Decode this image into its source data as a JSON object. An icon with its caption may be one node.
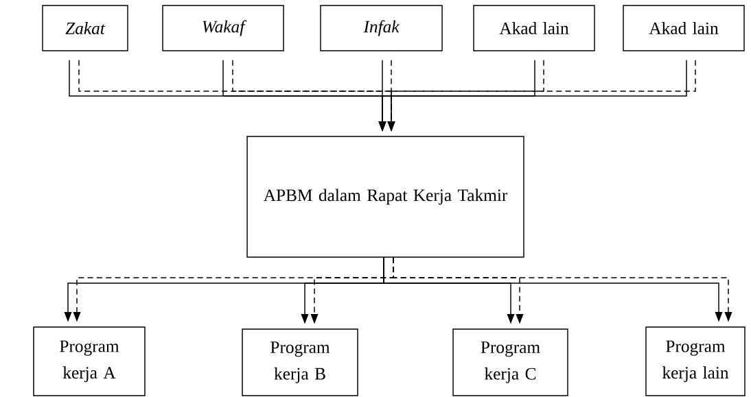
{
  "diagram": {
    "nodes": [
      {
        "text": [
          "Zakat"
        ]
      },
      {
        "text": [
          "Wakaf"
        ]
      },
      {
        "text": [
          "Infak"
        ]
      },
      {
        "text": [
          "Akad lain"
        ]
      },
      {
        "text": [
          "Akad lain"
        ]
      },
      {
        "text": [
          "APBM dalam Rapat Kerja Takmir"
        ]
      },
      {
        "text": [
          "Program kerja A"
        ]
      },
      {
        "text": [
          "Program kerja B"
        ]
      },
      {
        "text": [
          "Program kerja C"
        ]
      },
      {
        "text": [
          "Program kerja lain"
        ]
      }
    ],
    "edges": [
      {
        "from": 0,
        "to": 5,
        "arrow": "to"
      },
      {
        "from": 1,
        "to": 5,
        "arrow": "to"
      },
      {
        "from": 2,
        "to": 5,
        "arrow": "to"
      },
      {
        "from": 3,
        "to": 5,
        "arrow": "to"
      },
      {
        "from": 4,
        "to": 5,
        "arrow": "to"
      },
      {
        "from": 0,
        "to": 5,
        "arrow": "to",
        "style": "dashed"
      },
      {
        "from": 1,
        "to": 5,
        "arrow": "to",
        "style": "dashed"
      },
      {
        "from": 2,
        "to": 5,
        "arrow": "to",
        "style": "dashed"
      },
      {
        "from": 3,
        "to": 5,
        "arrow": "to",
        "style": "dashed"
      },
      {
        "from": 4,
        "to": 5,
        "arrow": "to",
        "style": "dashed"
      },
      {
        "from": 5,
        "to": 6,
        "arrow": "to"
      },
      {
        "from": 5,
        "to": 7,
        "arrow": "to"
      },
      {
        "from": 5,
        "to": 8,
        "arrow": "to"
      },
      {
        "from": 5,
        "to": 9,
        "arrow": "to"
      },
      {
        "from": 5,
        "to": 6,
        "arrow": "to",
        "style": "dashed"
      },
      {
        "from": 5,
        "to": 7,
        "arrow": "to",
        "style": "dashed"
      },
      {
        "from": 5,
        "to": 8,
        "arrow": "to",
        "style": "dashed"
      },
      {
        "from": 5,
        "to": 9,
        "arrow": "to",
        "style": "dashed"
      }
    ]
  }
}
